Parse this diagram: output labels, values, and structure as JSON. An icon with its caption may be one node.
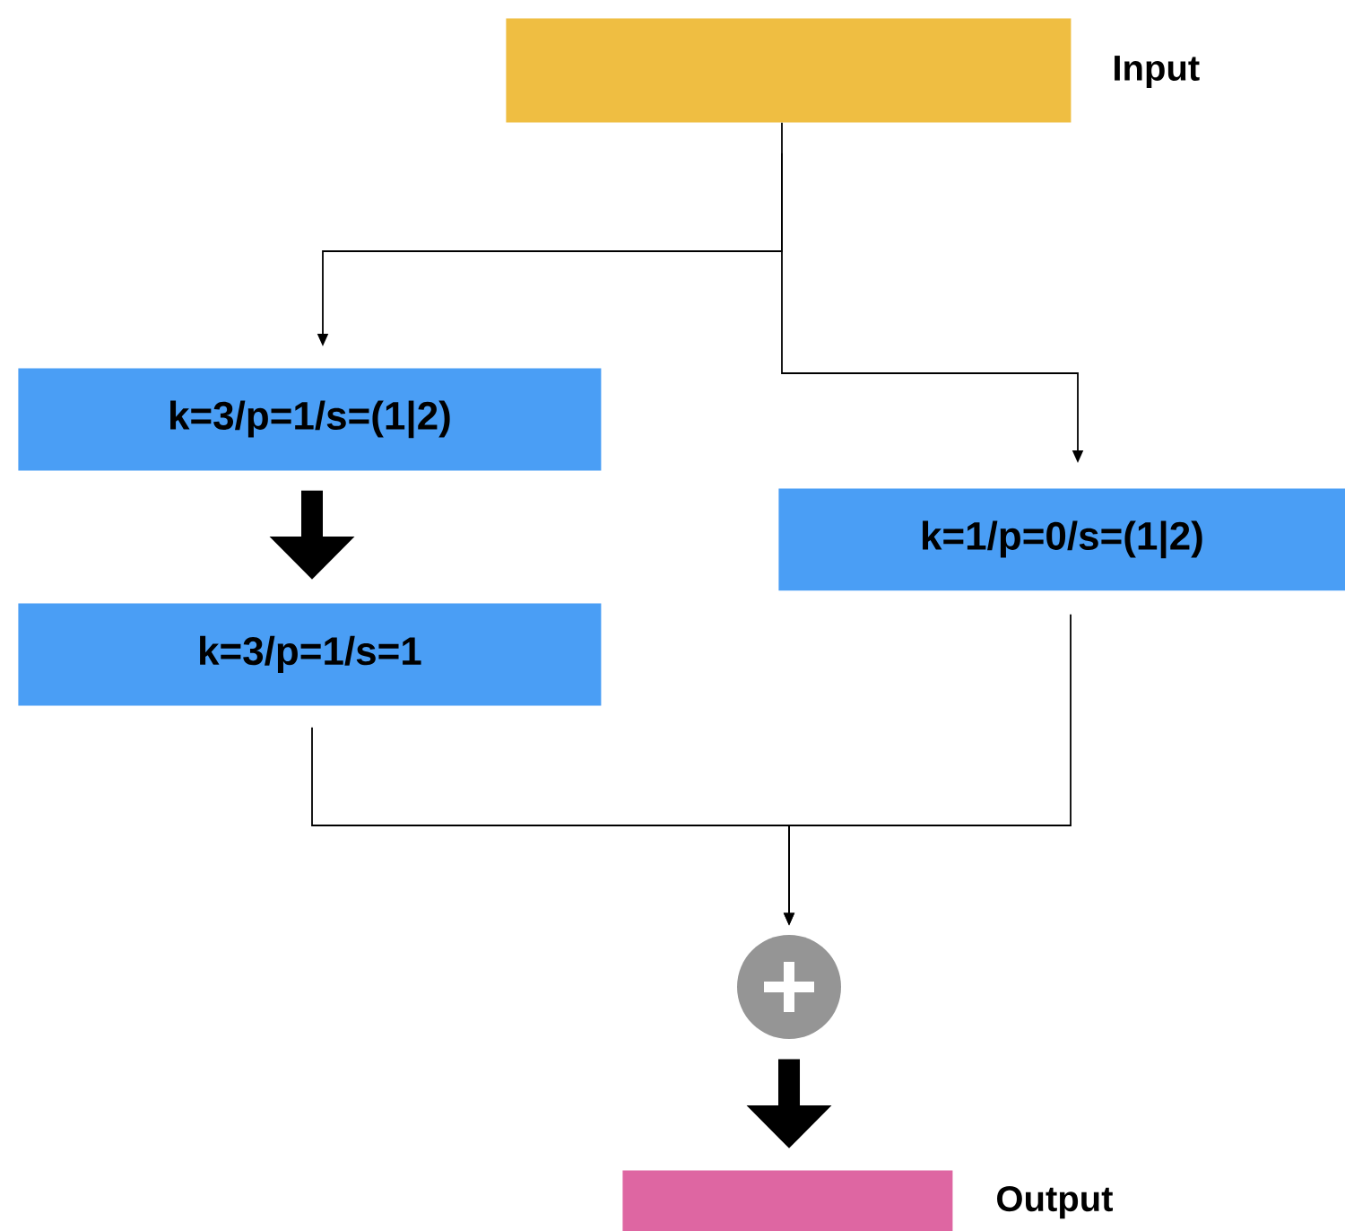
{
  "diagram": {
    "nodes": [
      {
        "text": [],
        "shape": "box",
        "beside": [
          "Input"
        ]
      },
      {
        "text": [
          "k=3/p=1/s=(1|2)"
        ]
      },
      {
        "text": [
          "k=3/p=1/s=1"
        ]
      },
      {
        "text": [
          "k=1/p=0/s=(1|2)"
        ]
      },
      {
        "text": [],
        "shape": "circle"
      },
      {
        "text": [],
        "shape": "box",
        "beside": [
          "Output"
        ]
      }
    ],
    "edges": [
      {
        "from": 0,
        "to": 1,
        "arrow": "to"
      },
      {
        "from": 0,
        "to": 3,
        "arrow": "to"
      },
      {
        "from": 1,
        "to": 2,
        "arrow": "to",
        "style": "thick"
      },
      {
        "from": 2,
        "to": 4,
        "arrow": "to"
      },
      {
        "from": 3,
        "to": 4,
        "arrow": "to"
      },
      {
        "from": 4,
        "to": 5,
        "arrow": "to",
        "style": "thick"
      }
    ]
  }
}
